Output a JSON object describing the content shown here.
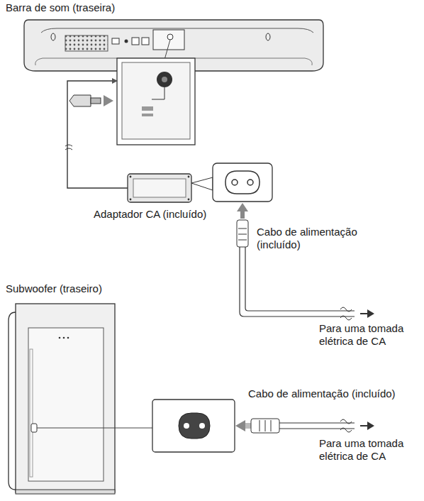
{
  "diagram": {
    "nodes": [
      {
        "text": [
          "Barra de som (traseira)"
        ]
      },
      {
        "text": [
          "Adaptador CA (incluído)"
        ]
      },
      {
        "text": [
          "Subwoofer (traseiro)"
        ]
      }
    ],
    "edges": [
      {
        "from": 1,
        "to": 0,
        "arrow": "to"
      }
    ],
    "labels": [
      "Cabo de alimentação (incluído)",
      "Para uma tomada elétrica de CA",
      "Cabo de alimentação (incluído)",
      "Para uma tomada elétrica de CA"
    ]
  }
}
